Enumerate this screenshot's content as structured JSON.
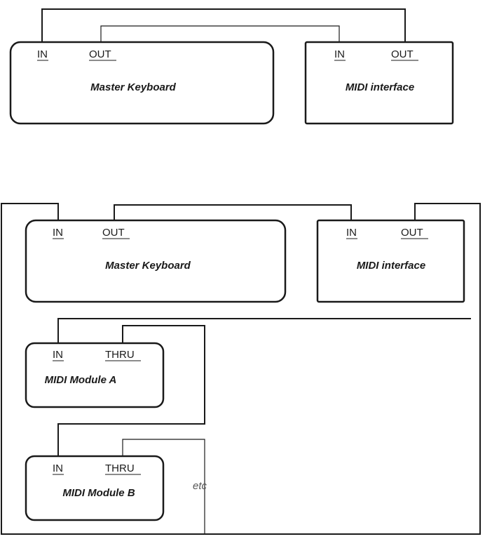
{
  "diagram1": {
    "keyboard": {
      "title": "Master Keyboard",
      "port_in": "IN",
      "port_out": "OUT"
    },
    "interface": {
      "title": "MIDI interface",
      "port_in": "IN",
      "port_out": "OUT"
    }
  },
  "diagram2": {
    "keyboard": {
      "title": "Master Keyboard",
      "port_in": "IN",
      "port_out": "OUT"
    },
    "interface": {
      "title": "MIDI interface",
      "port_in": "IN",
      "port_out": "OUT"
    },
    "module_a": {
      "title": "MIDI Module A",
      "port_in": "IN",
      "port_thru": "THRU"
    },
    "module_b": {
      "title": "MIDI Module B",
      "port_in": "IN",
      "port_thru": "THRU"
    },
    "continuation_note": "etc"
  },
  "colors": {
    "stroke": "#1a1a1a",
    "background": "#ffffff",
    "note": "#555555"
  }
}
